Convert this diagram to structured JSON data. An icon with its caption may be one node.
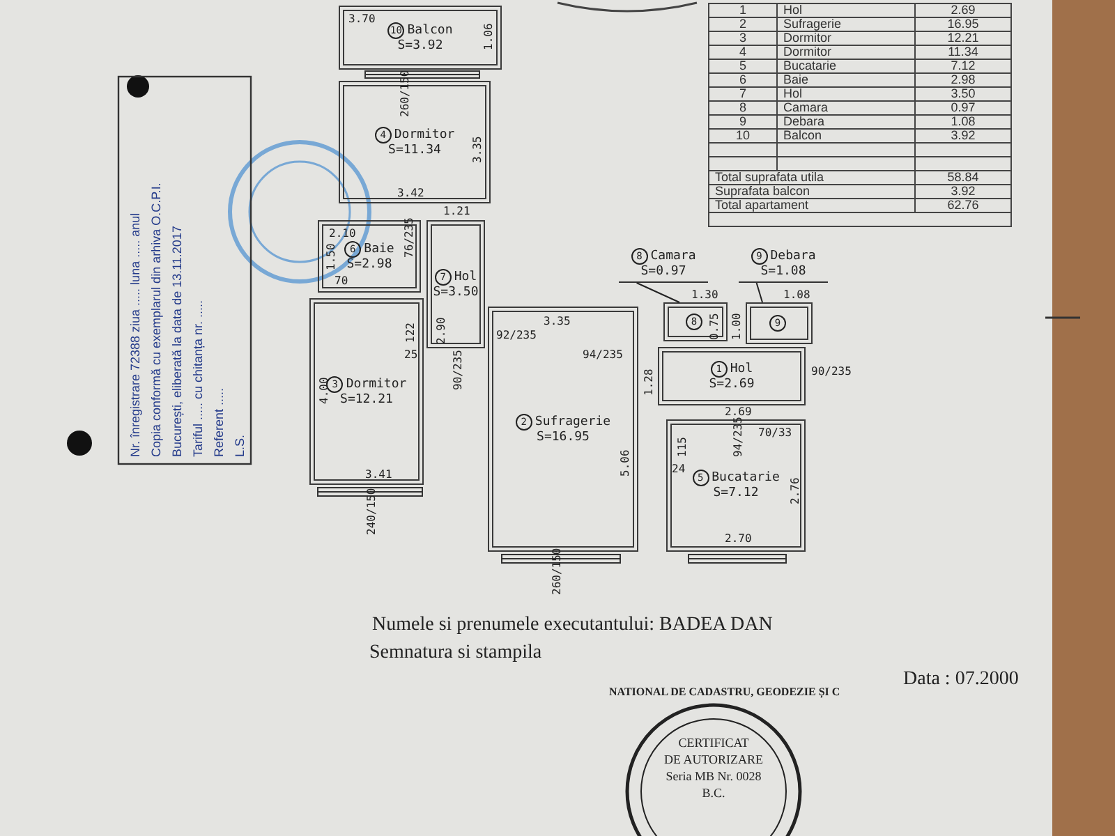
{
  "diagram": {
    "nodes": [
      {
        "text": [
          "10",
          "Balcon",
          "S=3.92"
        ]
      },
      {
        "text": [
          "4",
          "Dormitor",
          "S=11.34"
        ]
      },
      {
        "text": [
          "6",
          "Baie",
          "S=2.98"
        ]
      },
      {
        "text": [
          "7",
          "Hol",
          "S=3.50"
        ]
      },
      {
        "text": [
          "3",
          "Dormitor",
          "S=12.21"
        ]
      },
      {
        "text": [
          "2",
          "Sufragerie",
          "S=16.95"
        ]
      },
      {
        "text": [
          "8",
          "Camara",
          "S=0.97"
        ]
      },
      {
        "text": [
          "9",
          "Debara",
          "S=1.08"
        ]
      },
      {
        "text": [
          "8"
        ]
      },
      {
        "text": [
          "9"
        ]
      },
      {
        "text": [
          "1",
          "Hol",
          "S=2.69"
        ]
      },
      {
        "text": [
          "5",
          "Bucatarie",
          "S=7.12"
        ]
      }
    ],
    "edges": [
      {
        "from": 6,
        "to": 8,
        "arrow": "none"
      },
      {
        "from": 7,
        "to": 9,
        "arrow": "none"
      }
    ],
    "labels": [
      "Nr. înregistrare 72388 ziua ..... luna ..... anul",
      "Copia conformă cu exemplarul din arhiva O.C.P.I.",
      "București, eliberată la data de 13.11.2017",
      "Tariful ..... cu chitanța nr. .....",
      "Referent .....",
      "L.S.",
      "3.70",
      "1.06",
      "260/150",
      "3.35",
      "3.42",
      "2.10",
      "1.21",
      "1.50",
      "76/235",
      "70",
      "122",
      "2.90",
      "92/235",
      "4.00",
      "90/235",
      "25",
      "3.41",
      "240/150",
      "3.35",
      "1.30",
      "0.75",
      "1.00",
      "1.08",
      "94/235",
      "1.28",
      "90/235",
      "2.69",
      "5.06",
      "115",
      "94/235",
      "70/33",
      "24",
      "2.76",
      "2.70",
      "260/150",
      "1",
      "Hol",
      "2.69",
      "2",
      "Sufragerie",
      "16.95",
      "3",
      "Dormitor",
      "12.21",
      "4",
      "Dormitor",
      "11.34",
      "5",
      "Bucatarie",
      "7.12",
      "6",
      "Baie",
      "2.98",
      "7",
      "Hol",
      "3.50",
      "8",
      "Camara",
      "0.97",
      "9",
      "Debara",
      "1.08",
      "10",
      "Balcon",
      "3.92",
      "Total suprafata utila",
      "58.84",
      "Suprafata balcon",
      "3.92",
      "Total apartament",
      "62.76",
      "Numele si prenumele executantului: BADEA DAN",
      "Semnatura si stampila",
      "Data : 07.2000",
      "NATIONAL DE CADASTRU, GEODEZIE ȘI C",
      "CERTIFICAT",
      "DE AUTORIZARE",
      "Seria MB Nr. 0028",
      "B.C."
    ]
  }
}
